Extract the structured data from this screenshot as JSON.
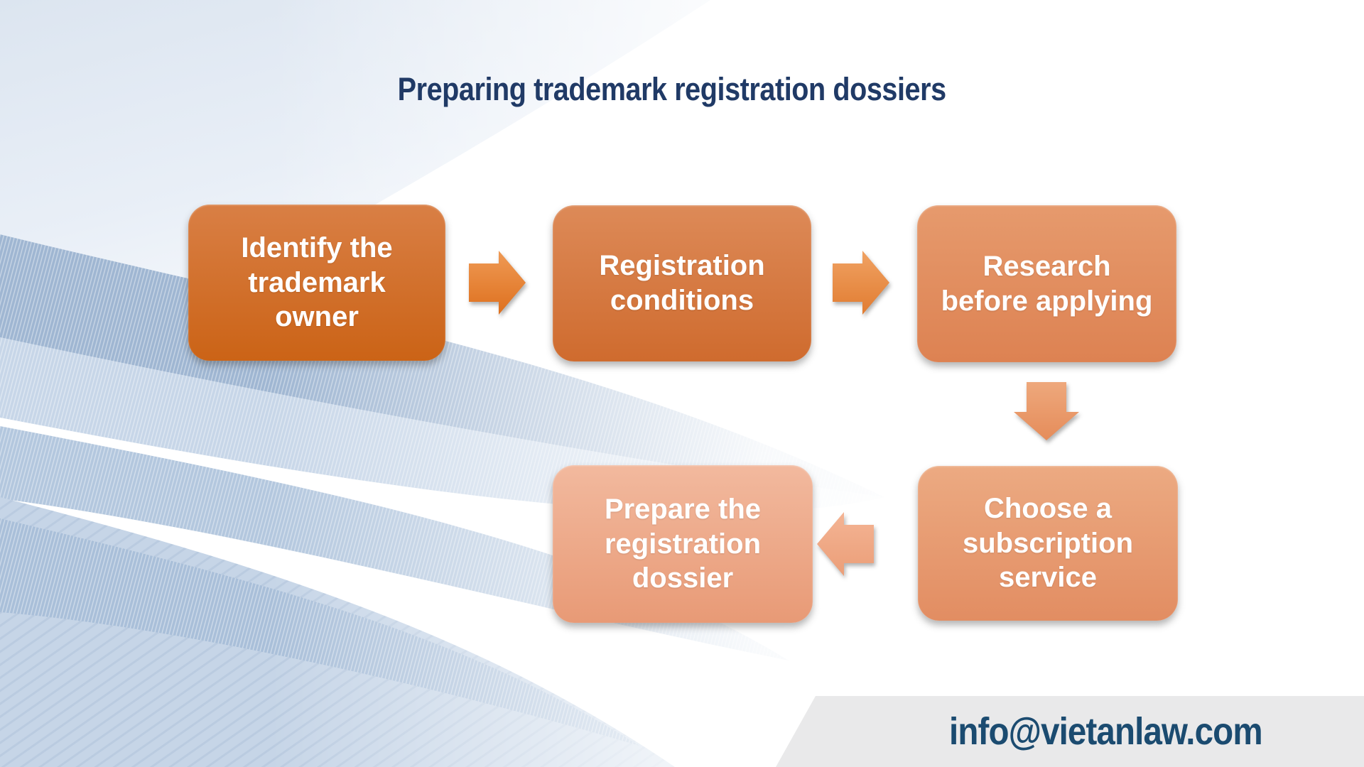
{
  "slide": {
    "title": "Preparing trademark registration dossiers",
    "footer_email": "info@vietanlaw.com"
  },
  "flow": {
    "type": "process-flowchart",
    "steps": [
      {
        "label": "Identify the trademark owner",
        "color_top": "#d97f45",
        "color_bottom": "#cb6316"
      },
      {
        "label": "Registration conditions",
        "color_top": "#dd8a58",
        "color_bottom": "#cf6b2e"
      },
      {
        "label": "Research before applying",
        "color_top": "#e69a6d",
        "color_bottom": "#dd8252"
      },
      {
        "label": "Choose a subscription service",
        "color_top": "#ecaa82",
        "color_bottom": "#e28d62"
      },
      {
        "label": "Prepare the registration dossier",
        "color_top": "#f2b99e",
        "color_bottom": "#e89a76"
      }
    ],
    "arrows": [
      {
        "from": "Identify the trademark owner",
        "to": "Registration conditions",
        "direction": "right",
        "color_top": "#ef9a55",
        "color_bottom": "#de701e"
      },
      {
        "from": "Registration conditions",
        "to": "Research before applying",
        "direction": "right",
        "color_top": "#f0a263",
        "color_bottom": "#e17c31"
      },
      {
        "from": "Research before applying",
        "to": "Choose a subscription service",
        "direction": "down",
        "color_top": "#eea87c",
        "color_bottom": "#e58c5a"
      },
      {
        "from": "Choose a subscription service",
        "to": "Prepare the registration dossier",
        "direction": "left",
        "color_top": "#f4b494",
        "color_bottom": "#eb9e78"
      }
    ]
  },
  "colors": {
    "title_text": "#203a66",
    "email_text": "#1b4b70",
    "footer_band": "#e9e9ea",
    "swoosh_blue_dark": "#9fb6d2",
    "swoosh_blue_mid": "#b3c7de",
    "swoosh_blue_light": "#c6d5e7",
    "swoosh_wash": "#dce5f0"
  }
}
